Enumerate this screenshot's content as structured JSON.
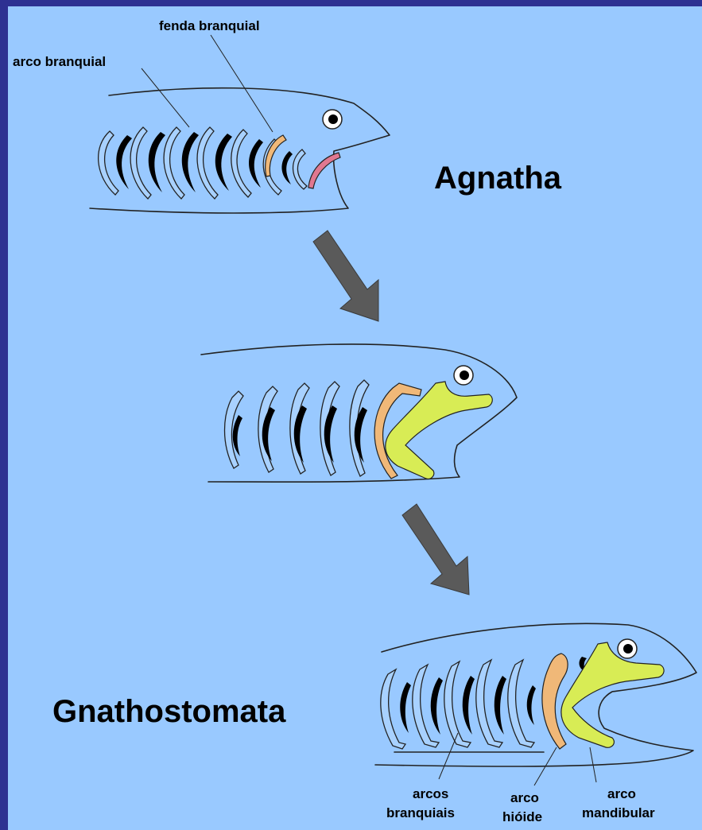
{
  "colors": {
    "background": "#99c9ff",
    "frame": "#2e3192",
    "mandibular_arch": "#d8ec55",
    "hyoid_arch": "#f0b878",
    "premandibular_arch": "#e07890",
    "arrow": "#5a5a5a"
  },
  "labels": {
    "agnatha": "Agnatha",
    "gnathostomata": "Gnathostomata",
    "fenda_branquial": "fenda branquial",
    "arco_branquial": "arco branquial",
    "arcos_branquiais_line1": "arcos",
    "arcos_branquiais_line2": "branquiais",
    "arco_hioide_line1": "arco",
    "arco_hioide_line2": "hióide",
    "arco_mandibular_line1": "arco",
    "arco_mandibular_line2": "mandibular"
  }
}
